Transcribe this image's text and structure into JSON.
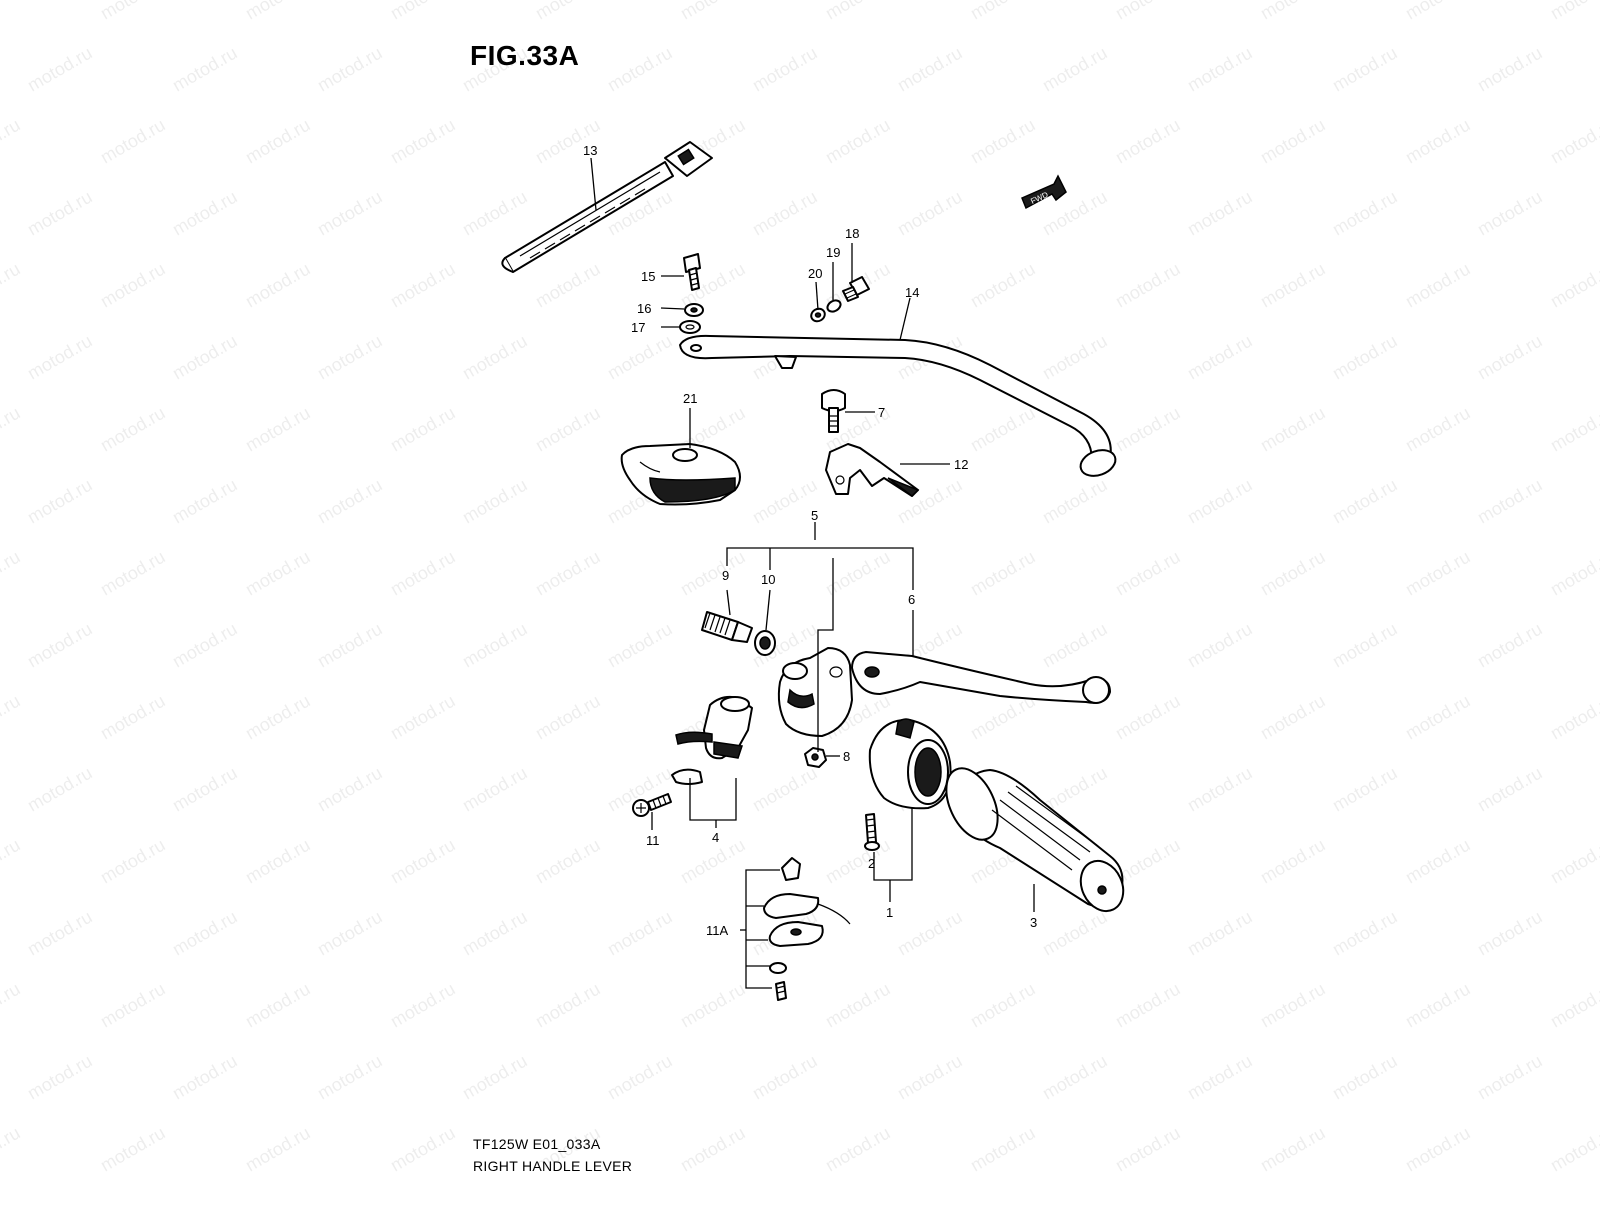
{
  "figure": {
    "title": "FIG.33A",
    "model_code": "TF125W E01_033A",
    "description": "RIGHT HANDLE LEVER",
    "watermark": "motod.ru",
    "fwd_marker": "FWD"
  },
  "callouts": {
    "c1": "1",
    "c2": "2",
    "c3": "3",
    "c4": "4",
    "c5": "5",
    "c6": "6",
    "c7": "7",
    "c8": "8",
    "c9": "9",
    "c10": "10",
    "c11": "11",
    "c11a": "11A",
    "c12": "12",
    "c13": "13",
    "c14": "14",
    "c15": "15",
    "c16": "16",
    "c17": "17",
    "c18": "18",
    "c19": "19",
    "c20": "20",
    "c21": "21"
  }
}
